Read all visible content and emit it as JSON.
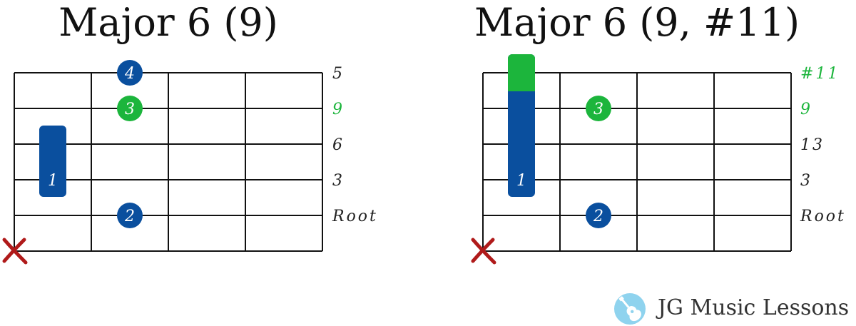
{
  "colors": {
    "blue": "#0a4f9e",
    "green": "#1cb53c",
    "mute": "#b01a1a",
    "line": "#111111"
  },
  "diagrams": [
    {
      "title": "Major 6 (9)",
      "labels": [
        {
          "text": "5",
          "color": "#222222"
        },
        {
          "text": "9",
          "color": "#1cb53c"
        },
        {
          "text": "6",
          "color": "#222222"
        },
        {
          "text": "3",
          "color": "#222222"
        },
        {
          "text": "Root",
          "color": "#222222"
        }
      ],
      "muted_string": 6,
      "fingers": [
        {
          "kind": "barre",
          "fret": 1,
          "from_string": 3,
          "to_string": 4,
          "finger": "1",
          "color": "#0a4f9e"
        },
        {
          "kind": "dot",
          "fret": 2,
          "string": 5,
          "finger": "2",
          "color": "#0a4f9e"
        },
        {
          "kind": "dot",
          "fret": 2,
          "string": 2,
          "finger": "3",
          "color": "#1cb53c"
        },
        {
          "kind": "dot",
          "fret": 2,
          "string": 1,
          "finger": "4",
          "color": "#0a4f9e"
        }
      ]
    },
    {
      "title": "Major 6 (9, #11)",
      "labels": [
        {
          "text": "#11",
          "color": "#1cb53c"
        },
        {
          "text": "9",
          "color": "#1cb53c"
        },
        {
          "text": "13",
          "color": "#222222"
        },
        {
          "text": "3",
          "color": "#222222"
        },
        {
          "text": "Root",
          "color": "#222222"
        }
      ],
      "muted_string": 6,
      "fingers": [
        {
          "kind": "barre",
          "fret": 1,
          "from_string": 1,
          "to_string": 4,
          "finger": "1",
          "color": "#0a4f9e",
          "top_color": "#1cb53c"
        },
        {
          "kind": "dot",
          "fret": 2,
          "string": 5,
          "finger": "2",
          "color": "#0a4f9e"
        },
        {
          "kind": "dot",
          "fret": 2,
          "string": 2,
          "finger": "3",
          "color": "#1cb53c"
        }
      ]
    }
  ],
  "brand": {
    "name": "JG Music Lessons",
    "logo_icon": "guitar-logo-icon"
  }
}
